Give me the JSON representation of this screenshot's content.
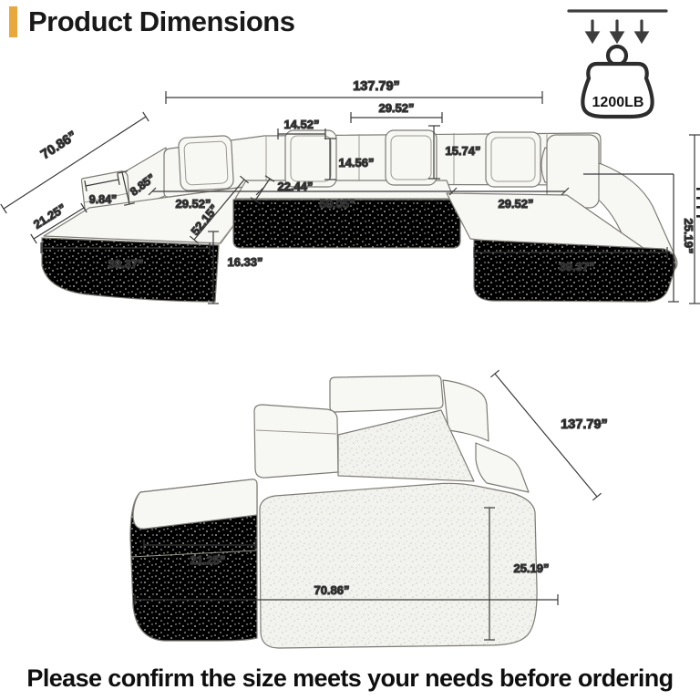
{
  "header": {
    "title": "Product Dimensions"
  },
  "weight_badge": {
    "capacity": "1200LB"
  },
  "top_view": {
    "dims": {
      "total_width": "137.79”",
      "back_section_width": "29.52”",
      "pillow_width": "14.52”",
      "pillow_height": "14.56”",
      "back_cushion_height": "15.74”",
      "overall_depth": "70.86”",
      "armrest_length": "9.84”",
      "armrest_width": "8.85”",
      "chaise_side_depth": "21.25”",
      "left_seat_width": "29.52”",
      "chaise_length": "52.15”",
      "seat_depth": "22.44”",
      "center_seat_width": "59.05”",
      "right_seat_width": "29.52”",
      "left_chaise_front_width": "39.37”",
      "seat_height": "16.33”",
      "right_chaise_front_width": "39.37”",
      "overall_height": "25.19”"
    }
  },
  "side_view": {
    "dims": {
      "total_width": "137.79”",
      "chaise_top_depth": "21.25”",
      "overall_depth": "70.86”",
      "overall_height": "25.19”"
    }
  },
  "footer": {
    "note": "Please confirm the size meets your needs before ordering"
  },
  "colors": {
    "accent": "#E9A83C",
    "dimension_line": "#3a3a3a",
    "sofa_outline": "#7d7b74"
  }
}
